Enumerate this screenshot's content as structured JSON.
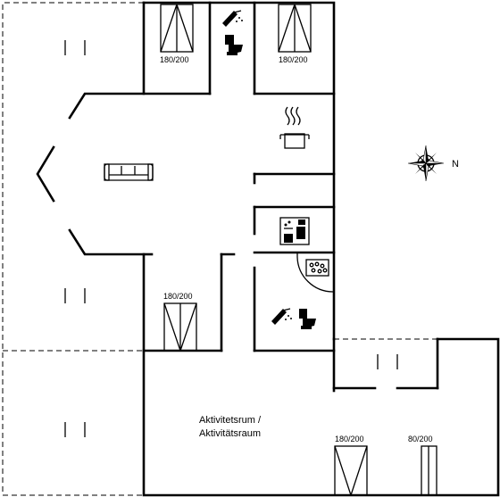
{
  "compass": {
    "north_label": "N"
  },
  "beds": {
    "bed_top_left": "180/200",
    "bed_top_right": "180/200",
    "bed_middle": "180/200",
    "bed_bottom_mid": "180/200",
    "bed_bottom_right": "80/200"
  },
  "rooms": {
    "activity_line1": "Aktivitetsrum /",
    "activity_line2": "Aktivitätsraum"
  },
  "icons": [
    "shower-icon",
    "toilet-icon",
    "cooking-pot-icon",
    "sofa-icon",
    "sauna-icon",
    "whirlpool-icon",
    "compass-rose-icon"
  ]
}
